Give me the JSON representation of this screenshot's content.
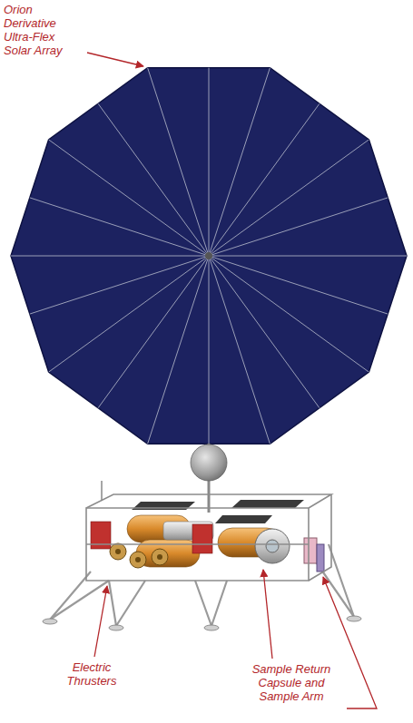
{
  "diagram": {
    "labels": [
      "Orion Derivative Ultra-Flex Solar Array",
      "Electric Thrusters",
      "Sample Return Capsule and Sample Arm"
    ]
  }
}
